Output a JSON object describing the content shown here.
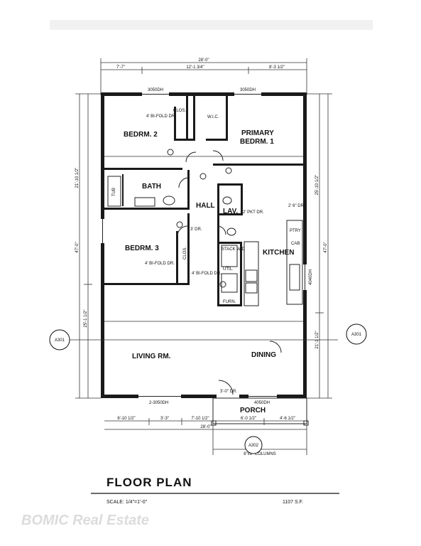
{
  "plan": {
    "rooms": {
      "bedroom2": "BEDRM. 2",
      "primary_line1": "PRIMARY",
      "primary_line2": "BEDRM. 1",
      "wic": "W.I.C.",
      "bath": "BATH",
      "hall": "HALL",
      "lav": "LAV.",
      "bedroom3": "BEDRM. 3",
      "kitchen": "KITCHEN",
      "util": "UTIL.",
      "living": "LIVING RM.",
      "dining": "DINING",
      "porch": "PORCH",
      "closet1": "CLOS.",
      "closet2": "CLOS.",
      "pantry": "PTRY",
      "tub": "TUB",
      "furn": "FURN.",
      "cab": "CAB"
    },
    "dimensions": {
      "overall_width": "28'-0\"",
      "top_left": "7'-7\"",
      "top_mid": "12'-1 3/4\"",
      "top_right": "8'-3 1/2\"",
      "window_top_left": "3050DH",
      "window_top_right": "3050DH",
      "overall_depth_left": "47'-0\"",
      "overall_depth_right": "47'-0\"",
      "left_upper": "21'-10 1/2\"",
      "left_lower": "25'-1 1/2\"",
      "right_upper": "25'-10 1/2\"",
      "right_lower": "21'-1 1/2\"",
      "bottom_1": "6'-10 1/2\"",
      "bottom_2": "3'-3\"",
      "bottom_3": "7'-10 1/2\"",
      "bottom_4": "6'-0 1/2\"",
      "bottom_5": "4'-6 1/2\"",
      "bottom_overall": "28'-0\"",
      "porch_window_left": "2-3050DH",
      "porch_window_right": "4050DH",
      "porch_door": "3'-0\" DR.",
      "columns": "6\"x6\" COLUMNS",
      "bifold_a": "4' BI-FOLD DR.",
      "bifold_b": "4' BI-FOLD DR.",
      "bifold_c": "4' BI-FOLD DR.",
      "pantry_dr": "2' PKT DR.",
      "door_3": "3' DR.",
      "door_2_6": "2' 6\" DR.",
      "stack": "STACK W/D",
      "window_right": "4040DH"
    },
    "callouts": {
      "left": "A301",
      "right": "A301",
      "bottom": "A302"
    }
  },
  "footer": {
    "title": "FLOOR PLAN",
    "scale": "SCALE: 1/4\"=1'-0\"",
    "area": "1107 S.F."
  },
  "watermark": "BOMIC Real Estate"
}
